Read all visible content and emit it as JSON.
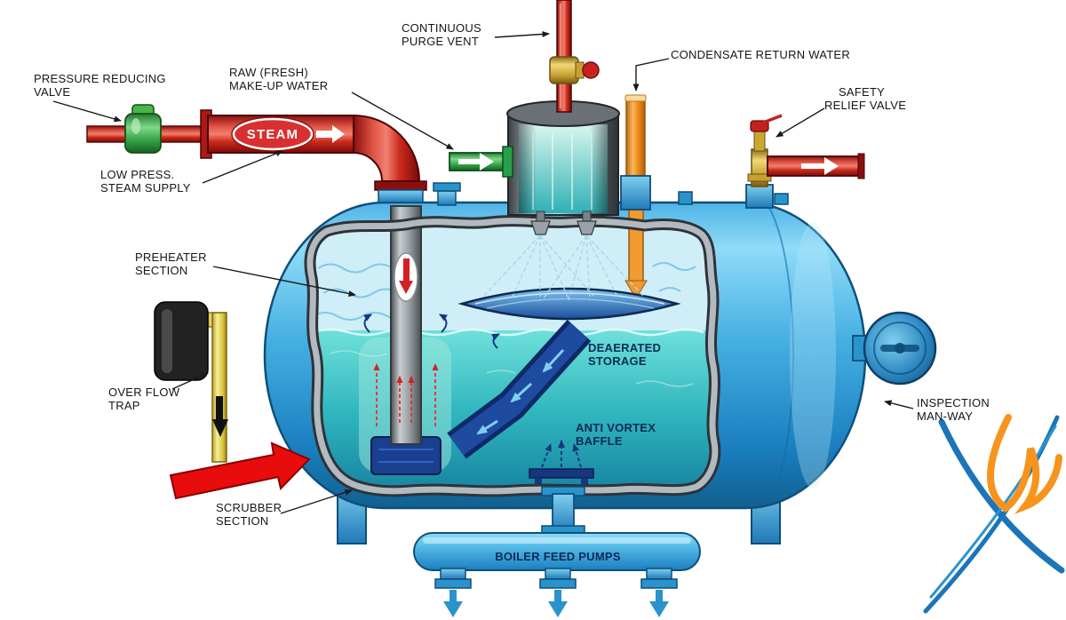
{
  "labels": {
    "pressure_reducing_valve": {
      "lines": [
        "PRESSURE REDUCING",
        "VALVE"
      ]
    },
    "raw_makeup_water": {
      "lines": [
        "RAW (FRESH)",
        "MAKE-UP WATER"
      ]
    },
    "low_press_steam_supply": {
      "lines": [
        "LOW PRESS.",
        "STEAM SUPPLY"
      ]
    },
    "steam_tag": {
      "lines": [
        "STEAM"
      ]
    },
    "continuous_purge_vent": {
      "lines": [
        "CONTINUOUS",
        "PURGE VENT"
      ]
    },
    "condensate_return_water": {
      "lines": [
        "CONDENSATE RETURN WATER"
      ]
    },
    "safety_relief_valve": {
      "lines": [
        "SAFETY",
        "RELIEF VALVE"
      ]
    },
    "preheater_section": {
      "lines": [
        "PREHEATER",
        "SECTION"
      ]
    },
    "over_flow_trap": {
      "lines": [
        "OVER FLOW",
        "TRAP"
      ]
    },
    "deaerated_storage": {
      "lines": [
        "DEAERATED",
        "STORAGE"
      ]
    },
    "anti_vortex_baffle": {
      "lines": [
        "ANTI VORTEX",
        "BAFFLE"
      ]
    },
    "inspection_man_way": {
      "lines": [
        "INSPECTION",
        "MAN-WAY"
      ]
    },
    "scrubber_section": {
      "lines": [
        "SCRUBBER",
        "SECTION"
      ]
    },
    "boiler_feed_pumps": {
      "lines": [
        "BOILER FEED PUMPS"
      ]
    }
  },
  "colors": {
    "tank_blue": "#2f9fd8",
    "water_teal": "#2fb5bd",
    "steam_pipe_red": "#cc2a1a",
    "makeup_water_green": "#2f9f42",
    "condensate_orange": "#f39020",
    "overflow_yellow": "#d9c43c",
    "brass_valve": "#c8a032",
    "pointer_red": "#e80c0c",
    "label_text": "#15151e"
  }
}
